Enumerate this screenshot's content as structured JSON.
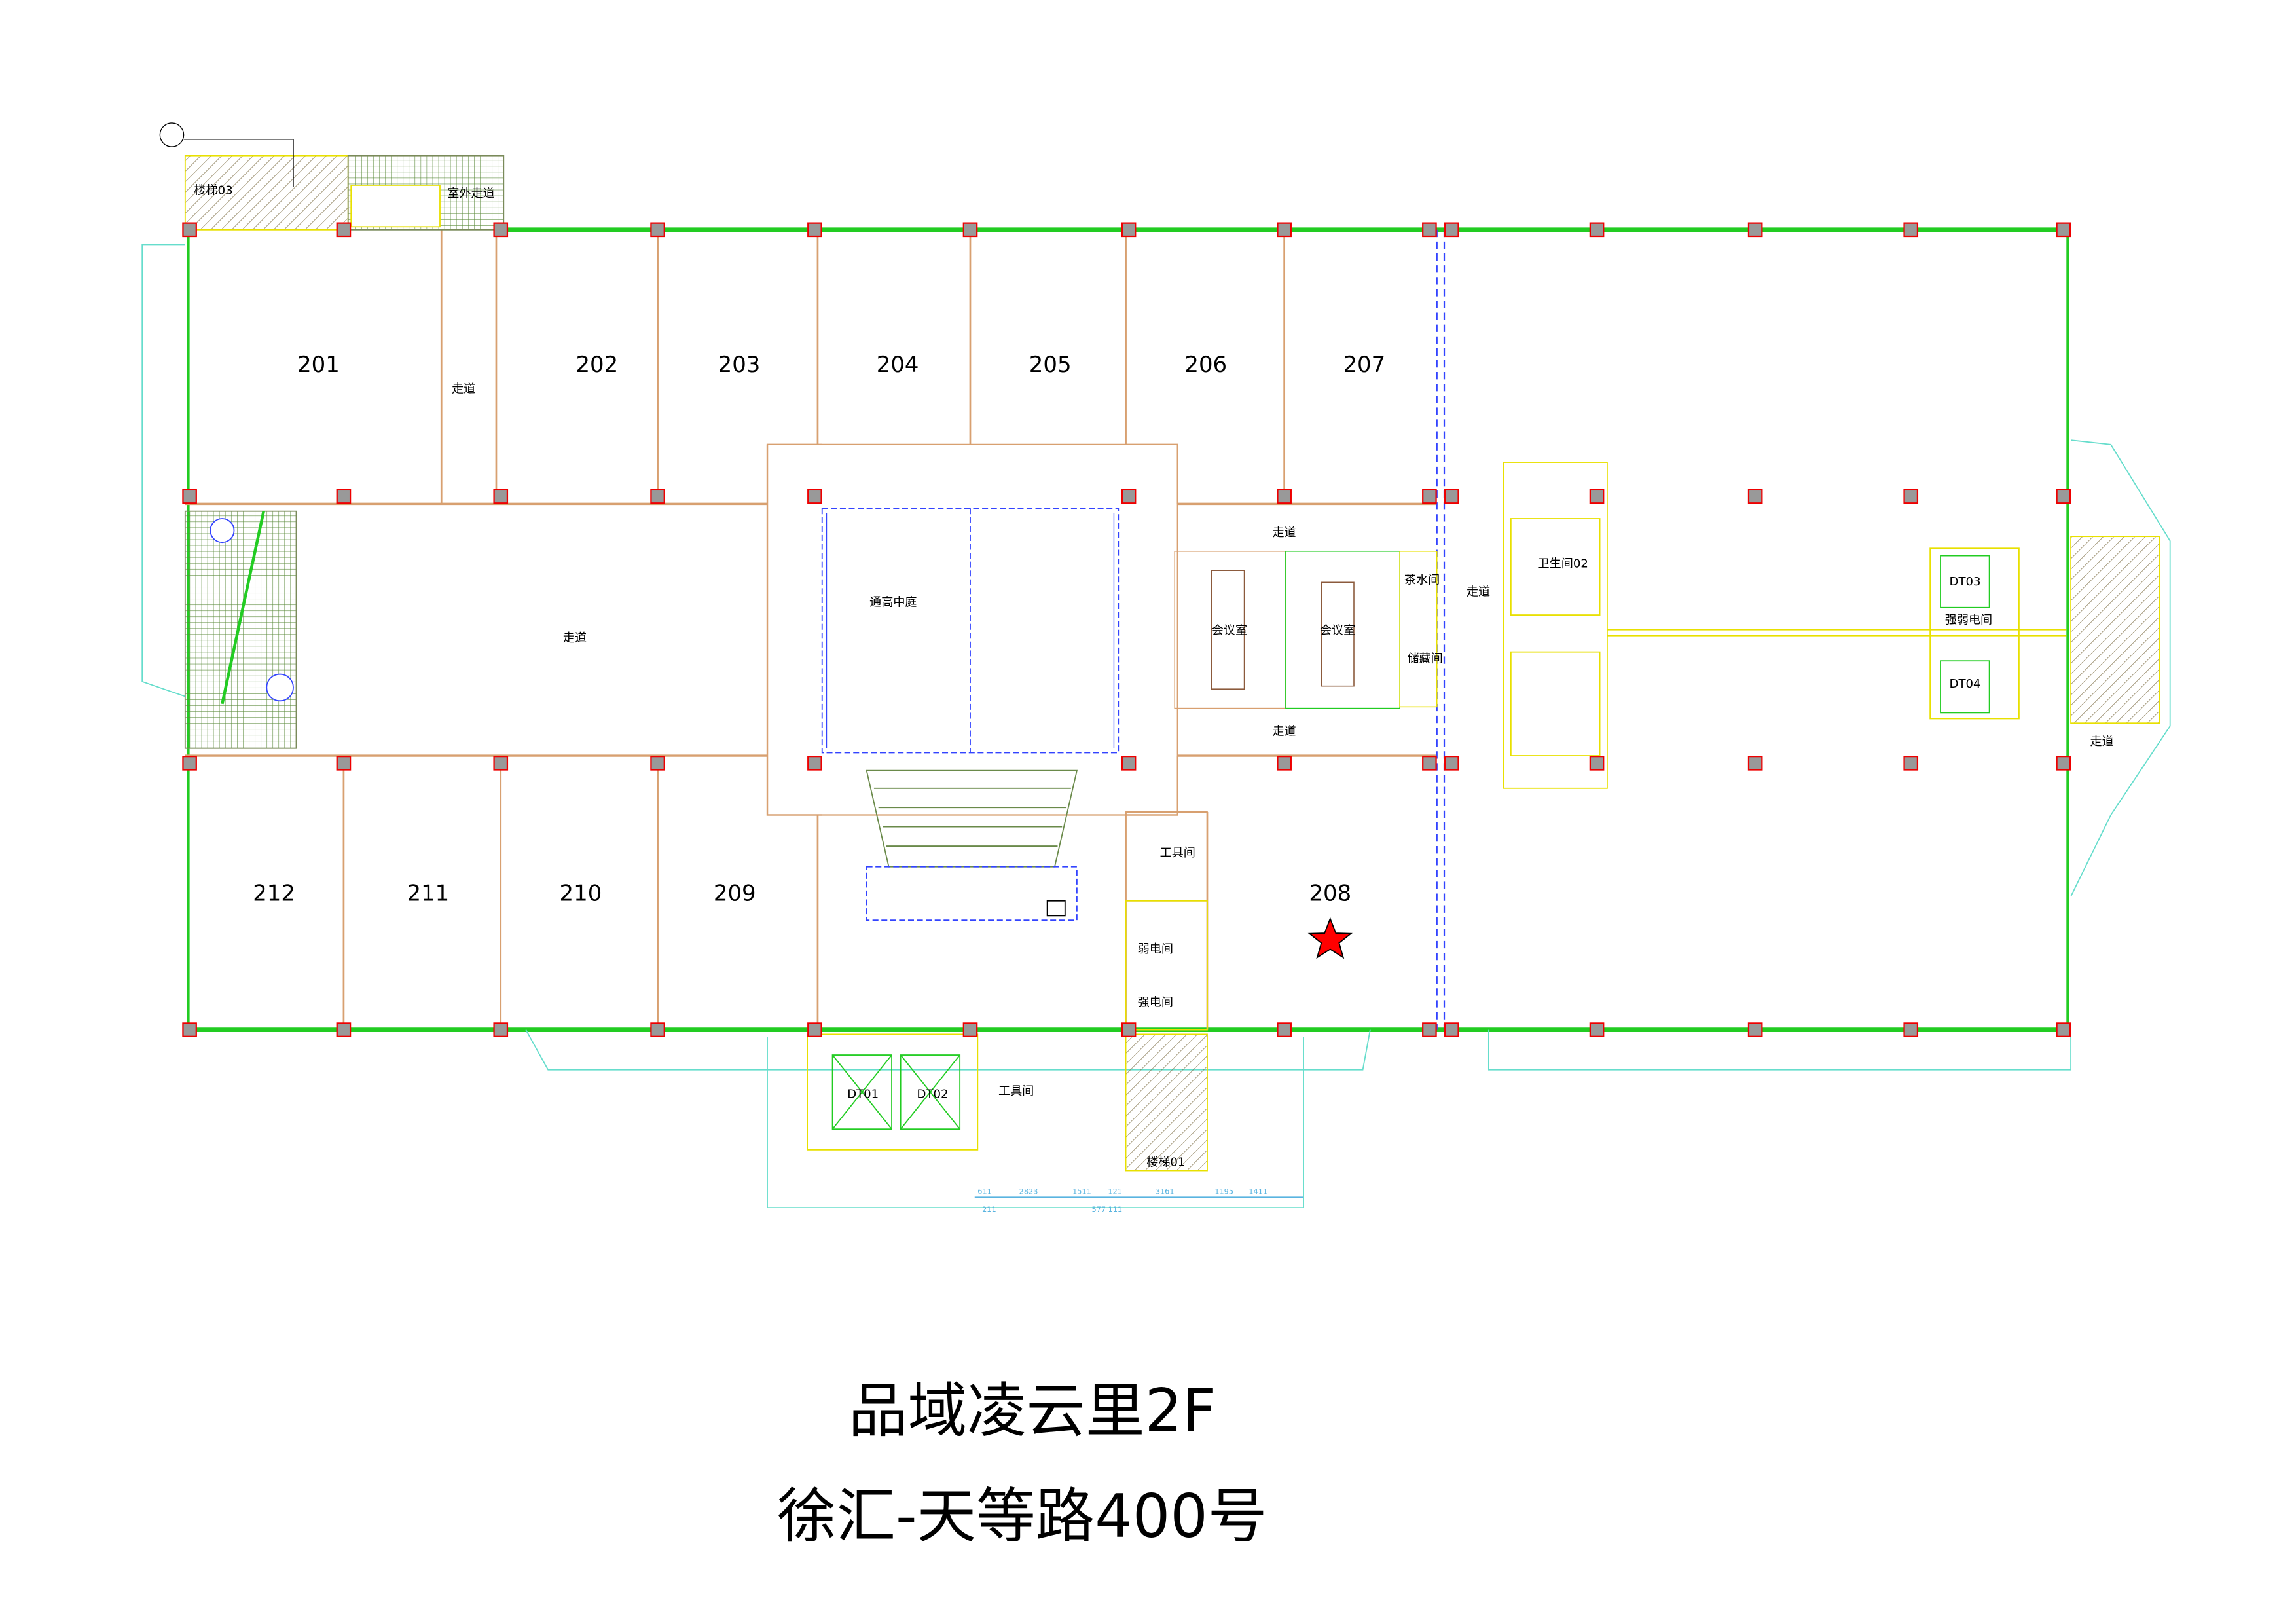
{
  "plan": {
    "rooms_top": [
      "201",
      "202",
      "203",
      "204",
      "205",
      "206",
      "207"
    ],
    "rooms_bottom": [
      "212",
      "211",
      "210",
      "209"
    ],
    "room_208": "208",
    "labels": {
      "stair03": "楼梯03",
      "outdoor_walkway": "室外走道",
      "corridor": "走道",
      "atrium": "通高中庭",
      "meeting_room": "会议室",
      "tea_room": "茶水间",
      "storage": "储藏间",
      "restroom02": "卫生间02",
      "tool_room": "工具间",
      "weak_electric": "弱电间",
      "strong_electric": "强电间",
      "strong_weak_electric": "强弱电间",
      "stair01": "楼梯01",
      "dt01": "DT01",
      "dt02": "DT02",
      "dt03": "DT03",
      "dt04": "DT04"
    },
    "dims_bottom": [
      "611",
      "2823",
      "1511",
      "121",
      "3161",
      "1195",
      "1411"
    ],
    "dims_bottom2": [
      "211",
      "577 111"
    ],
    "marker_icon": "red-star-icon",
    "marker_color": "#ff0000"
  },
  "titles": {
    "building": "品域凌云里2F",
    "address": "徐汇-天等路400号"
  }
}
